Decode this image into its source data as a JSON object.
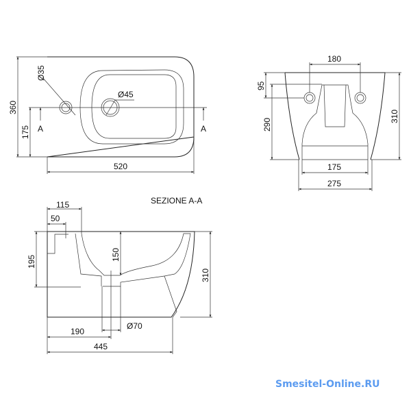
{
  "top_view": {
    "dim_length": "520",
    "dim_width": "360",
    "dim_center": "175",
    "hole_small": "Ø35",
    "hole_large": "Ø45",
    "section_mark_left": "A",
    "section_mark_right": "A"
  },
  "rear_view": {
    "dim_holes_spacing": "180",
    "dim_holes_height": "95",
    "dim_height_inner": "290",
    "dim_height": "310",
    "dim_base_inner": "175",
    "dim_base": "275"
  },
  "section_view": {
    "title": "SEZIONE A-A",
    "dim_115": "115",
    "dim_50": "50",
    "dim_195": "195",
    "dim_150": "150",
    "dim_310": "310",
    "dim_190": "190",
    "dim_drain": "Ø70",
    "dim_445": "445"
  },
  "watermark": "Smesitel-Online.RU"
}
